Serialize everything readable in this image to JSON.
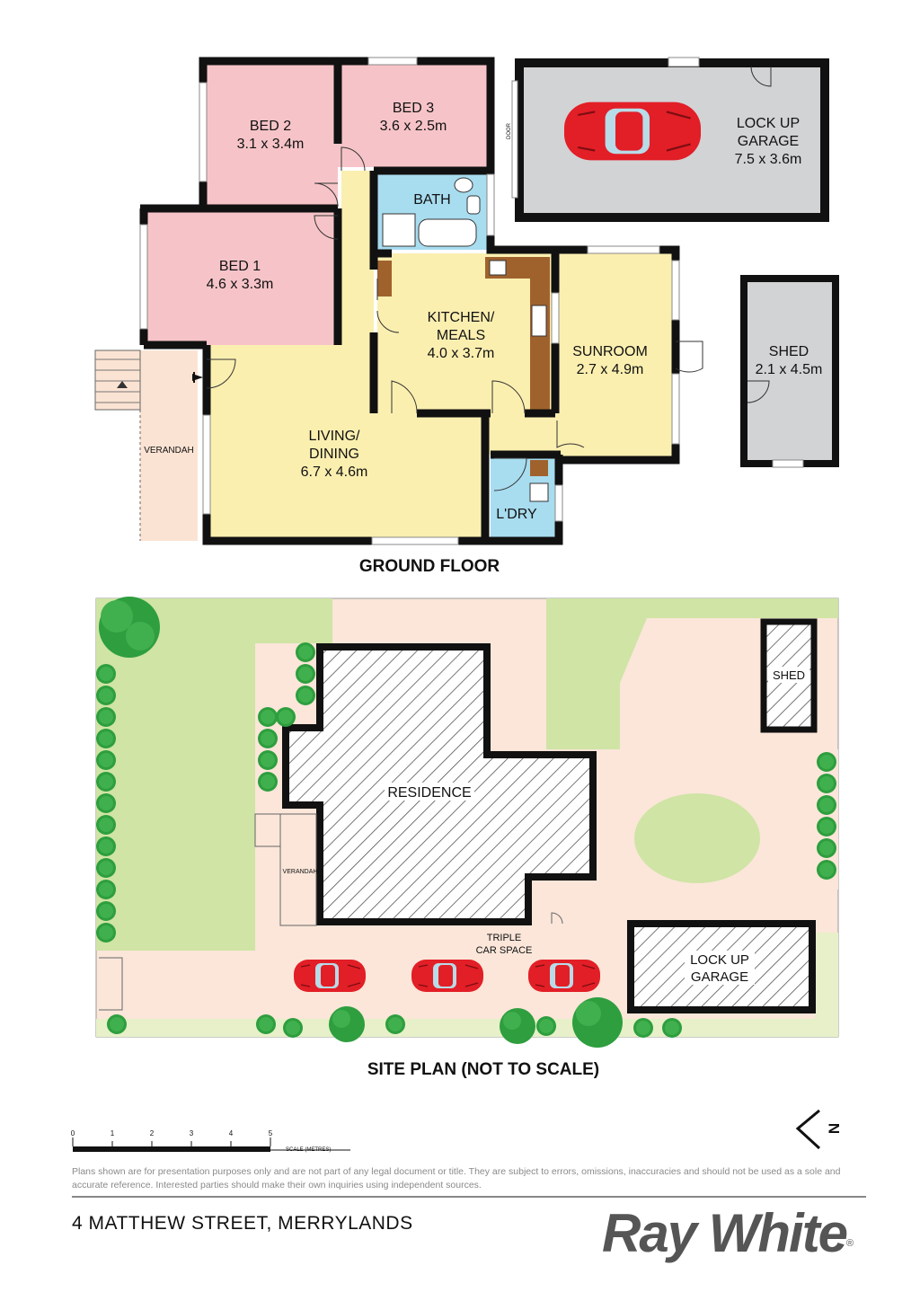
{
  "floor_plan": {
    "title": "GROUND FLOOR",
    "rooms": {
      "bed2": {
        "name": "BED 2",
        "size": "3.1 x 3.4m"
      },
      "bed3": {
        "name": "BED 3",
        "size": "3.6 x 2.5m"
      },
      "bath": {
        "name": "BATH"
      },
      "bed1": {
        "name": "BED 1",
        "size": "4.6 x 3.3m"
      },
      "kitchen": {
        "name_line1": "KITCHEN/",
        "name_line2": "MEALS",
        "size": "4.0 x 3.7m"
      },
      "sunroom": {
        "name": "SUNROOM",
        "size": "2.7 x 4.9m"
      },
      "living": {
        "name_line1": "LIVING/",
        "name_line2": "DINING",
        "size": "6.7 x 4.6m"
      },
      "laundry": {
        "name": "L'DRY"
      },
      "verandah": {
        "name": "VERANDAH"
      },
      "garage": {
        "name_line1": "LOCK UP",
        "name_line2": "GARAGE",
        "size": "7.5 x 3.6m"
      },
      "shed": {
        "name": "SHED",
        "size": "2.1 x 4.5m"
      }
    },
    "door_label": "DOOR"
  },
  "site_plan": {
    "title": "SITE PLAN (NOT TO SCALE)",
    "residence": "RESIDENCE",
    "shed": "SHED",
    "verandah": "VERANDAH",
    "car_space_line1": "TRIPLE",
    "car_space_line2": "CAR SPACE",
    "garage_line1": "LOCK UP",
    "garage_line2": "GARAGE"
  },
  "scale": {
    "ticks": [
      "0",
      "1",
      "2",
      "3",
      "4",
      "5"
    ],
    "label": "SCALE (METRES)"
  },
  "compass": {
    "letter": "N"
  },
  "disclaimer": "Plans shown are for presentation purposes only and are not part of any legal document or title. They are subject to errors, omissions, inaccuracies and should not be used as a sole and accurate reference. Interested parties should make their own inquiries using independent sources.",
  "address": "4 MATTHEW STREET, MERRYLANDS",
  "brand": {
    "name": "Ray White",
    "mark": "®"
  },
  "colors": {
    "bedroom": "#f6c4c8",
    "wet_area": "#a8dcef",
    "living": "#fbefb0",
    "garage": "#d2d3d5",
    "verandah": "#fbe3d3",
    "lawn": "#cfe4a5",
    "paving": "#fbe6d9",
    "car": "#e21e26",
    "tree": "#2e9e3e"
  }
}
